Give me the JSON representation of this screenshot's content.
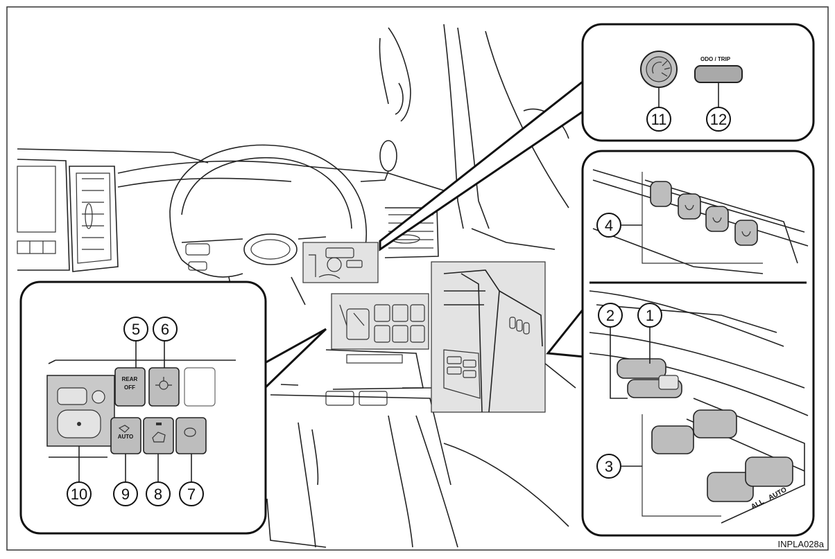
{
  "figure": {
    "code": "INPLA028a",
    "callouts": [
      "1",
      "2",
      "3",
      "4",
      "5",
      "6",
      "7",
      "8",
      "9",
      "10",
      "11",
      "12"
    ],
    "labels": {
      "odo_trip": "ODO / TRIP",
      "rear_off_1": "REAR",
      "rear_off_2": "OFF",
      "auto": "AUTO",
      "all": "ALL",
      "auto_window": "AUTO"
    }
  }
}
